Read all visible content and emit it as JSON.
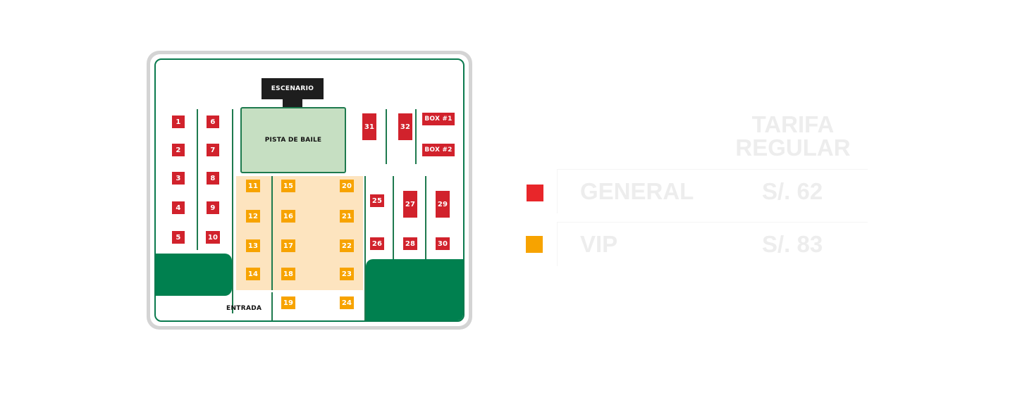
{
  "map": {
    "stage_label": "ESCENARIO",
    "dance_floor_label": "PISTA DE BAILE",
    "entrance_label": "ENTRADA",
    "seats": {
      "s1": "1",
      "s2": "2",
      "s3": "3",
      "s4": "4",
      "s5": "5",
      "s6": "6",
      "s7": "7",
      "s8": "8",
      "s9": "9",
      "s10": "10",
      "s11": "11",
      "s12": "12",
      "s13": "13",
      "s14": "14",
      "s15": "15",
      "s16": "16",
      "s17": "17",
      "s18": "18",
      "s19": "19",
      "s20": "20",
      "s21": "21",
      "s22": "22",
      "s23": "23",
      "s24": "24",
      "s25": "25",
      "s26": "26",
      "s27": "27",
      "s28": "28",
      "s29": "29",
      "s30": "30",
      "s31": "31",
      "s32": "32",
      "box1": "BOX #1",
      "box2": "BOX #2"
    }
  },
  "colors": {
    "general": "#e8262a",
    "vip": "#f7a300",
    "venue_green": "#00804f"
  },
  "pricing": {
    "header": "TARIFA\nREGULAR",
    "header_line1": "TARIFA",
    "header_line2": "REGULAR",
    "rows": [
      {
        "name": "GENERAL",
        "price": "S/. 62"
      },
      {
        "name": "VIP",
        "price": "S/. 83"
      }
    ]
  }
}
